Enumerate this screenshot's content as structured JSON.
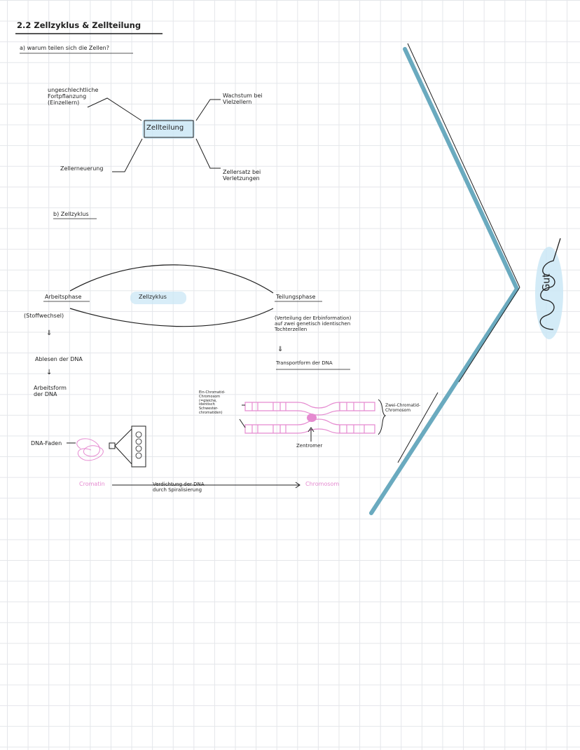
{
  "heading": "2.2 Zellzyklus & Zellteilung",
  "question_a": "a) warum teilen sich die Zellen?",
  "mindmap": {
    "center": "Zellteilung",
    "top_left": "ungeschlechtliche\nFortpflanzung\n(Einzellern)",
    "top_right": "Wachstum bei\nVielzellern",
    "bottom_left": "Zellerneuerung",
    "bottom_right": "Zellersatz bei\nVerletzungen"
  },
  "question_b": "b) Zellzyklus",
  "cycle": {
    "center": "Zellzyklus",
    "left_title": "Arbeitsphase",
    "left_sub": "(Stoffwechsel)",
    "left_arrow": "⇓",
    "left_step1": "Ablesen der DNA",
    "left_arrow2": "↓",
    "left_step2": "Arbeitsform\nder DNA",
    "right_title": "Teilungsphase",
    "right_sub": "(Verteilung der Erbinformation)\nauf zwei genetisch identischen\nTochterzellen",
    "right_arrow": "⇓",
    "right_step": "Transportform der DNA"
  },
  "chromosome": {
    "left_label": "Ein-Chromatid-\nChromosom\n(=gleiche,\nidentisch\nSchwester-\nchromatiden)",
    "right_label": "Zwei-Chromatid-\nChromosom",
    "centromere": "Zentromer"
  },
  "dna": {
    "label": "DNA-Faden",
    "chromatin": "Cromatin",
    "arrow_text": "Verdichtung der DNA\ndurch Spiralisierung",
    "chromosom": "Chromosom"
  },
  "margin_signature": "Gut",
  "colors": {
    "ink": "#1f1f1f",
    "pink": "#e58ad0",
    "blue": "#6aaabf",
    "highlight": "#c8e6f5"
  }
}
